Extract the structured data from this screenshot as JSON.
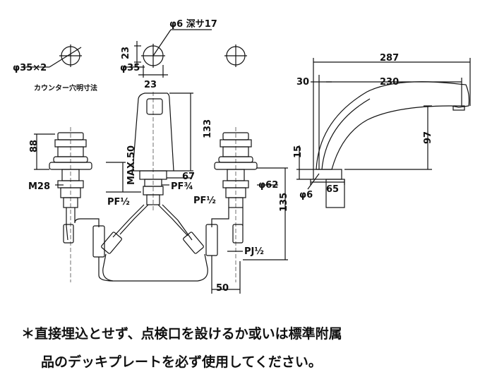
{
  "dimensions": {
    "hole_depth": "φ6 深サ17",
    "d23_top": "23",
    "d35x2": "φ35×2",
    "d35": "φ35",
    "d23_bottom": "23",
    "counter_hole_caption": "カウンター穴明寸法",
    "h88": "88",
    "m28": "M28",
    "max50": "MAX.50",
    "h133": "133",
    "w67": "67",
    "pf34": "PF¾",
    "d62": "φ62",
    "pf12_left": "PF½",
    "pf12_right": "PF½",
    "h135": "135",
    "pj12": "PJ½",
    "w50": "50",
    "w287": "287",
    "w30": "30",
    "w230": "230",
    "h15": "15",
    "h97": "97",
    "d6": "φ6",
    "w65": "65"
  },
  "notes": {
    "line1": "＊直接埋込とせず、点検口を設けるか或いは標準附属",
    "line2": "品のデッキプレートを必ず使用してください。"
  }
}
